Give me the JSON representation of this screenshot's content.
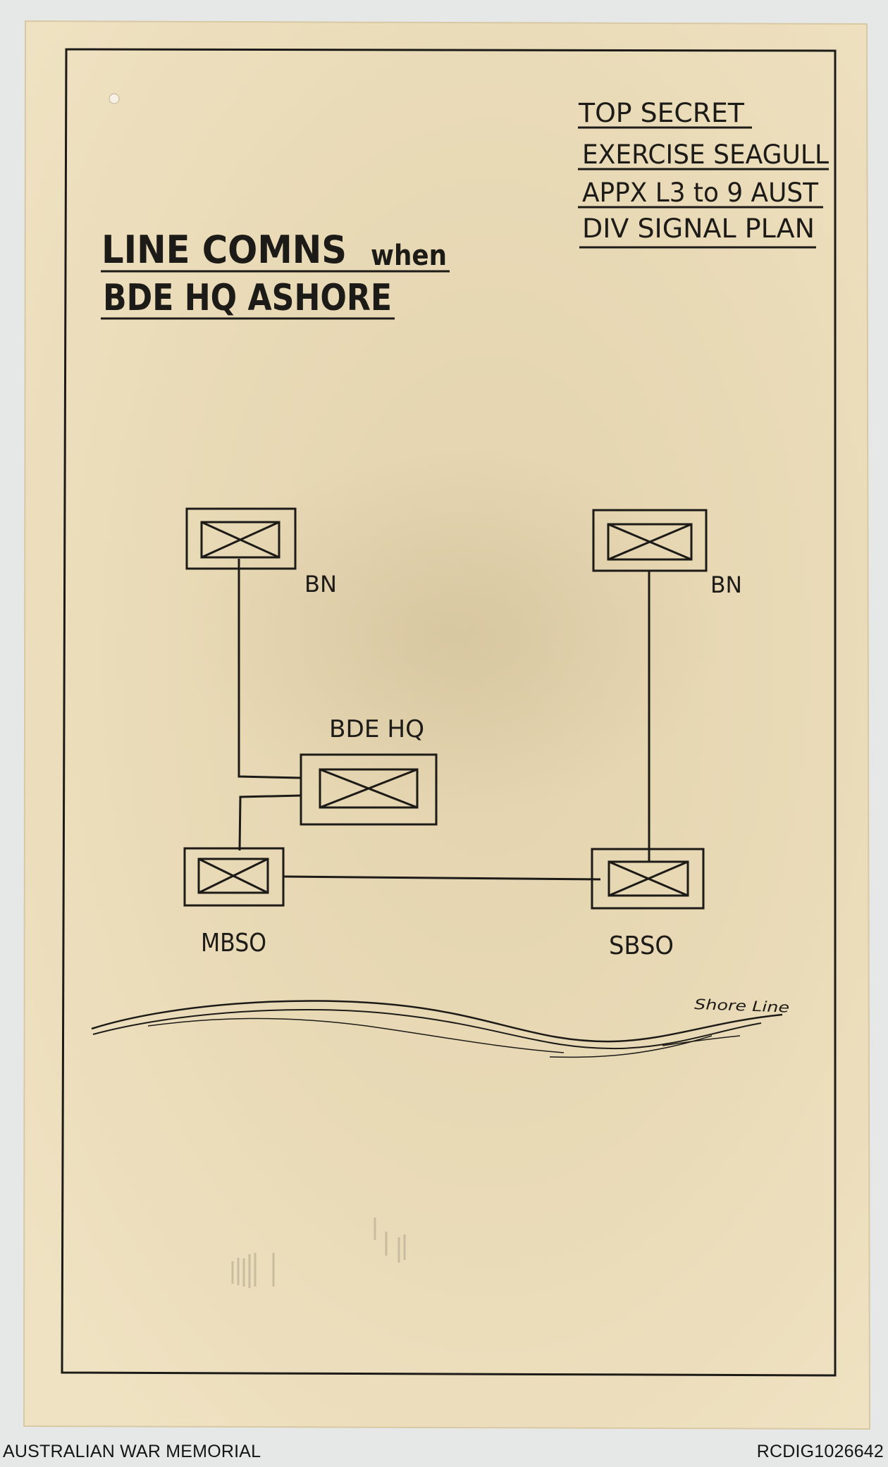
{
  "document": {
    "classification_block": {
      "line1": "TOP SECRET",
      "line2": "EXERCISE SEAGULL",
      "line3": "APPX L3 to 9 AUST",
      "line4": "DIV SIGNAL PLAN"
    },
    "title": {
      "line1_main": "LINE COMNS",
      "line1_small": "when",
      "line2": "BDE HQ ASHORE"
    },
    "diagram": {
      "units": {
        "bn_left": "BN",
        "bn_right": "BN",
        "bde_hq": "BDE HQ",
        "mbso": "MBSO",
        "sbso": "SBSO"
      },
      "shore_line_label": "Shore Line"
    }
  },
  "footer": {
    "left": "AUSTRALIAN WAR MEMORIAL",
    "right": "RCDIG1026642"
  },
  "colors": {
    "paper": "#ebdcb8",
    "ink": "#1d1b17",
    "background": "#e6e8e8"
  }
}
